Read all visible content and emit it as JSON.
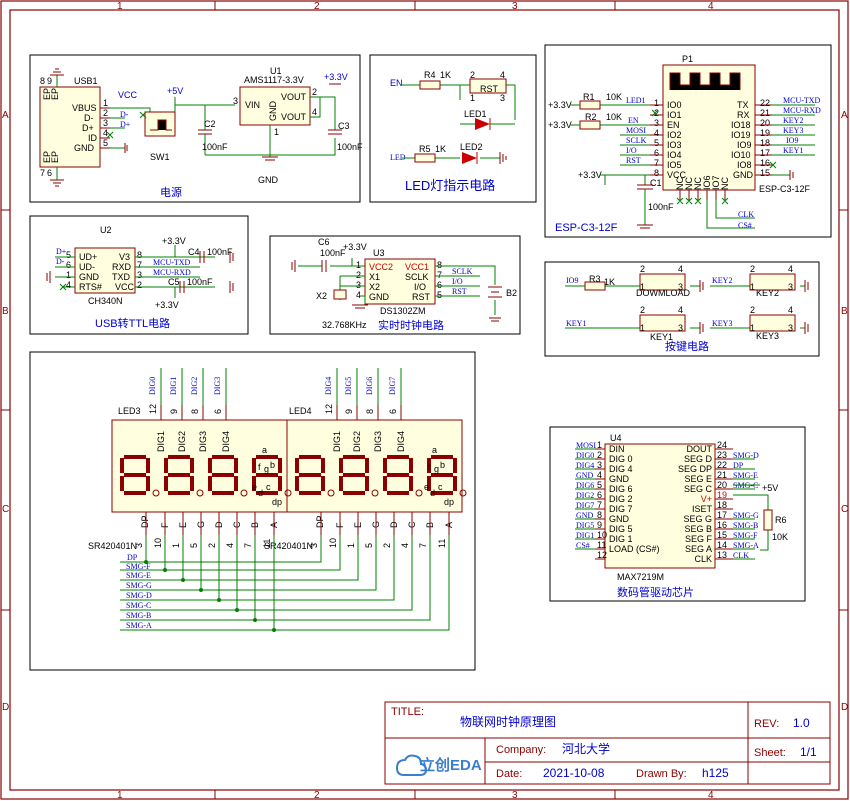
{
  "grid": {
    "cols": [
      "1",
      "2",
      "3",
      "4"
    ],
    "rows": [
      "A",
      "B",
      "C",
      "D"
    ]
  },
  "blocks": {
    "power": "电源",
    "led": "LED灯指示电路",
    "esp": "ESP-C3-12F",
    "usb": "USB转TTL电路",
    "rtc": "实时时钟电路",
    "keys": "按键电路",
    "max": "数码管驱动芯片"
  },
  "power": {
    "usb1": "USB1",
    "usb_pins": [
      "VBUS",
      "D-",
      "D+",
      "ID",
      "GND"
    ],
    "usb_pin_nums": [
      "1",
      "2",
      "3",
      "4",
      "5"
    ],
    "ep_left": [
      "EP",
      "EP"
    ],
    "ep_nums_top": [
      "8",
      "9"
    ],
    "ep_nums_bot": [
      "7",
      "6"
    ],
    "vcc": "VCC",
    "dm": "D-",
    "dp": "D+",
    "p5v": "+5V",
    "sw1": "SW1",
    "u1": "U1",
    "u1_part": "AMS1117-3.3V",
    "u1_vin": "VIN",
    "u1_gnd": "GND",
    "u1_vout1": "VOUT",
    "u1_vout2": "VOUT",
    "pin3": "3",
    "pin2": "2",
    "pin4": "4",
    "pin1": "1",
    "p33": "+3.3V",
    "c2": "C2",
    "c2v": "100nF",
    "c3": "C3",
    "c3v": "100nF",
    "gnd": "GND"
  },
  "led": {
    "en": "EN",
    "r4": "R4",
    "r4v": "1K",
    "rst": "RST",
    "led1": "LED1",
    "ledsig": "LED",
    "r5": "R5",
    "r5v": "1K",
    "led2": "LED2",
    "p1": "1",
    "p2": "2",
    "p3": "3",
    "p4": "4"
  },
  "esp": {
    "p1": "P1",
    "left_pins": [
      "IO0",
      "IO1",
      "EN",
      "IO2",
      "IO3",
      "IO4",
      "IO5",
      "VCC"
    ],
    "left_nums": [
      "1",
      "2",
      "3",
      "4",
      "5",
      "6",
      "7",
      "8"
    ],
    "left_nets": [
      "LED1",
      "EN",
      "MOSI",
      "SCLK",
      "I/O",
      "RST"
    ],
    "right_pins": [
      "TX",
      "RX",
      "IO18",
      "IO19",
      "IO9",
      "IO10",
      "IO8",
      "GND"
    ],
    "right_nums": [
      "22",
      "21",
      "20",
      "19",
      "18",
      "17",
      "16",
      "15"
    ],
    "right_nets": [
      "MCU-TXD",
      "MCU-RXD",
      "KEY2",
      "KEY3",
      "IO9",
      "KEY1"
    ],
    "bottom_pins": [
      "NC",
      "NC",
      "NC",
      "IO6",
      "IO7",
      "NC"
    ],
    "r1": "R1",
    "r1v": "10K",
    "r2": "R2",
    "r2v": "10K",
    "p33a": "+3.3V",
    "p33b": "+3.3V",
    "p33c": "+3.3V",
    "c1": "C1",
    "c1v": "100nF",
    "clk": "CLK",
    "cs": "CS#",
    "part": "ESP-C3-12F"
  },
  "usb2": {
    "u2": "U2",
    "left_nets": [
      "D+",
      "D-"
    ],
    "left_pins": [
      "UD+",
      "UD-",
      "GND",
      "RTS#"
    ],
    "left_nums": [
      "5",
      "6",
      "1",
      "4"
    ],
    "right_pins": [
      "V3",
      "RXD",
      "TXD",
      "VCC"
    ],
    "right_nums": [
      "8",
      "7",
      "3",
      "2"
    ],
    "right_nets": [
      "MCU-TXD",
      "MCU-RXD"
    ],
    "p33a": "+3.3V",
    "p33b": "+3.3V",
    "c4": "C4",
    "c4v": "100nF",
    "c5": "C5",
    "c5v": "100nF",
    "part": "CH340N"
  },
  "rtc": {
    "c6": "C6",
    "c6v": "100nF",
    "p33": "+3.3V",
    "u3": "U3",
    "left_pins": [
      "VCC2",
      "X1",
      "X2",
      "GND"
    ],
    "left_nums": [
      "1",
      "2",
      "3",
      "4"
    ],
    "right_pins": [
      "VCC1",
      "SCLK",
      "I/O",
      "RST"
    ],
    "right_nums": [
      "8",
      "7",
      "6",
      "5"
    ],
    "right_nets": [
      "SCLK",
      "I/O",
      "RST"
    ],
    "x2": "X2",
    "xtal": "32.768KHz",
    "part": "DS1302ZM",
    "b2": "B2"
  },
  "keys": {
    "io9": "IO9",
    "r3": "R3",
    "r3v": "1K",
    "download": "DOWMLOAD",
    "key1net": "KEY1",
    "key1": "KEY1",
    "key2net": "KEY2",
    "key2": "KEY2",
    "key3net": "KEY3",
    "key3": "KEY3",
    "n1": "1",
    "n2": "2",
    "n3": "3",
    "n4": "4"
  },
  "display": {
    "led3": "LED3",
    "led4": "LED4",
    "dig_nets_l": [
      "DIG0",
      "DIG1",
      "DIG2",
      "DIG3"
    ],
    "dig_nets_r": [
      "DIG4",
      "DIG5",
      "DIG6",
      "DIG7"
    ],
    "dig_pin_nums": [
      "12",
      "9",
      "8",
      "6"
    ],
    "dig_labels": [
      "DIG1",
      "DIG2",
      "DIG3",
      "DIG4"
    ],
    "seg_letters": [
      "a",
      "f",
      "g",
      "b",
      "e",
      "d",
      "c",
      "dp"
    ],
    "bottom_labels": [
      "DP",
      "F",
      "E",
      "G",
      "D",
      "C",
      "B",
      "A"
    ],
    "bottom_nums": [
      "3",
      "10",
      "1",
      "5",
      "2",
      "4",
      "7",
      "11"
    ],
    "part": "SR420401N",
    "part2": "SR420401N",
    "dp_net": "DP",
    "smg_nets": [
      "SMG-F",
      "SMG-E",
      "SMG-G",
      "SMG-D",
      "SMG-C",
      "SMG-B",
      "SMG-A"
    ]
  },
  "max": {
    "u4": "U4",
    "left_nets": [
      "MOSI",
      "DIG0",
      "DIG4",
      "GND",
      "DIG6",
      "DIG2",
      "DIG7",
      "GND",
      "DIG5",
      "DIG1",
      "CS#"
    ],
    "left_pins": [
      "DIN",
      "DIG 0",
      "DIG 4",
      "GND",
      "DIG 6",
      "DIG 2",
      "DIG 7",
      "GND",
      "DIG 5",
      "DIG 1",
      "LOAD (CS#)"
    ],
    "left_nums": [
      "1",
      "2",
      "3",
      "4",
      "5",
      "6",
      "7",
      "8",
      "9",
      "10",
      "11",
      "12"
    ],
    "right_pins": [
      "DOUT",
      "SEG D",
      "SEG DP",
      "SEG E",
      "SEG C",
      "V+",
      "ISET",
      "SEG G",
      "SEG B",
      "SEG F",
      "SEG A",
      "CLK"
    ],
    "right_nums": [
      "24",
      "23",
      "22",
      "21",
      "20",
      "19",
      "18",
      "17",
      "16",
      "15",
      "14",
      "13"
    ],
    "right_nets": [
      "SMG-D",
      "DP",
      "SMG-E",
      "SMG-C",
      "",
      "",
      "SMG-G",
      "SMG-B",
      "SMG-F",
      "SMG-A",
      "CLK"
    ],
    "p5v": "+5V",
    "r6": "R6",
    "r6v": "10K",
    "part": "MAX7219M"
  },
  "titleblock": {
    "title_lbl": "TITLE:",
    "title": "物联网时钟原理图",
    "rev_lbl": "REV:",
    "rev": "1.0",
    "company_lbl": "Company:",
    "company": "河北大学",
    "sheet_lbl": "Sheet:",
    "sheet": "1/1",
    "date_lbl": "Date:",
    "date": "2021-10-08",
    "drawn_lbl": "Drawn By:",
    "drawn": "h125",
    "logo": "立创EDA"
  }
}
